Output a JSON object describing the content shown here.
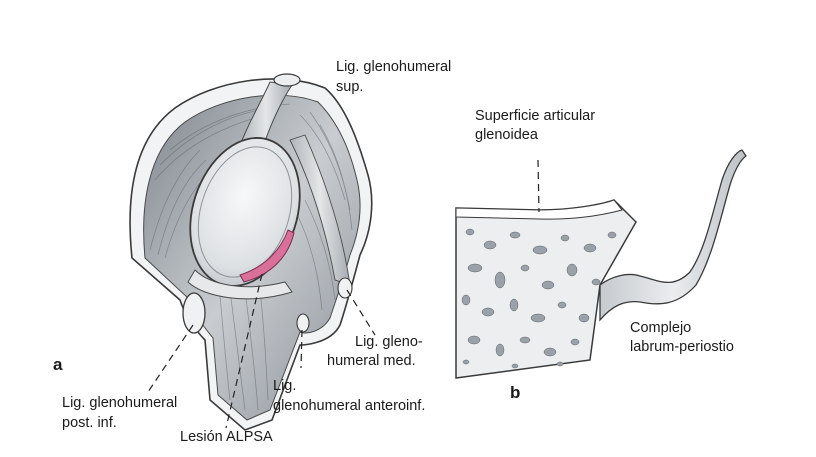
{
  "panels": {
    "a": "a",
    "b": "b"
  },
  "labels_a": {
    "sup_line1": "Lig. glenohumeral",
    "sup_line2": "sup.",
    "med_line1": "Lig. gleno-",
    "med_line2": "humeral med.",
    "anteroinf_line1": "Lig.",
    "anteroinf_line2": "glenohumeral anteroinf.",
    "postinf_line1": "Lig. glenohumeral",
    "postinf_line2": "post. inf.",
    "alpsa": "Lesión ALPSA"
  },
  "labels_b": {
    "surface_line1": "Superficie articular",
    "surface_line2": "glenoidea",
    "complex_line1": "Complejo",
    "complex_line2": "labrum-periostio"
  },
  "colors": {
    "lesion": "#d8709a",
    "outline": "#3a3a3a",
    "tissue": "#c8ccd0",
    "bone": "#e9ebed"
  }
}
